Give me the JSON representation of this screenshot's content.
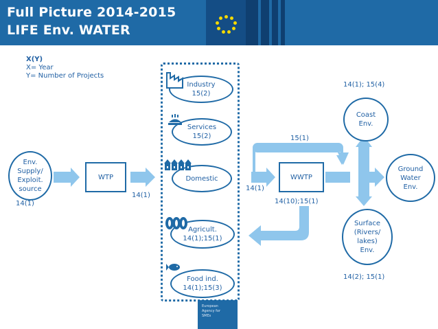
{
  "header": {
    "line1": "Full Picture 2014-2015",
    "line2": "LIFE Env. WATER"
  },
  "legend": {
    "title": "X(Y)",
    "x_def": "X= Year",
    "y_def": "Y= Number of Projects"
  },
  "nodes": {
    "source": {
      "line1": "Env.",
      "line2": "Supply/",
      "line3": "Exploit.",
      "line4": "source",
      "count": "14(1)"
    },
    "wtp": {
      "label": "WTP",
      "count": "14(1)"
    },
    "industry": {
      "label": "Industry",
      "count": "15(2)"
    },
    "services": {
      "label": "Services",
      "count": "15(2)"
    },
    "domestic": {
      "label": "Domestic"
    },
    "agricult": {
      "label": "Agricult.",
      "count": "14(1);15(1)"
    },
    "foodind": {
      "label": "Food ind.",
      "count": "14(1);15(3)"
    },
    "wwtp": {
      "label": "WWTP",
      "in_count": "14(1)",
      "top_count": "15(1)",
      "bottom_count": "14(10);15(1)"
    },
    "coast": {
      "line1": "Coast",
      "line2": "Env.",
      "count": "14(1); 15(4)"
    },
    "ground": {
      "line1": "Ground",
      "line2": "Water",
      "line3": "Env."
    },
    "surface": {
      "line1": "Surface",
      "line2": "(Rivers/",
      "line3": "lakes)",
      "line4": "Env.",
      "count": "14(2); 15(1)"
    }
  },
  "footer": {
    "line1": "European",
    "line2": "Agency for",
    "line3": "SMEs"
  },
  "colors": {
    "primary": "#1f6aa6",
    "arrow": "#8fc6ec",
    "text": "#1f5fa3"
  }
}
